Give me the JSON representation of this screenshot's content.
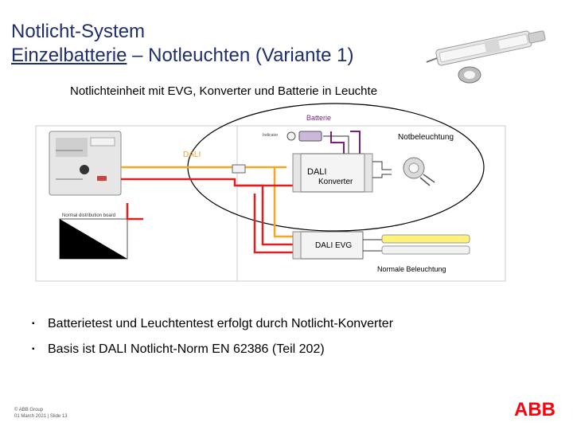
{
  "title": {
    "line1": "Notlicht-System",
    "line2_underlined": "Einzelbatterie",
    "line2_rest": " – Notleuchten (Variante 1)"
  },
  "subtitle": "Notlichteinheit mit EVG, Konverter und Batterie in Leuchte",
  "diagram": {
    "battery_label": "Batterie",
    "emergency_lighting_label": "Notbeleuchtung",
    "dali_label": "DALI",
    "converter_dali": "DALI",
    "converter_label": "Konverter",
    "ballast_label": "DALI EVG",
    "normal_lighting_label": "Normale Beleuchtung",
    "indicator_label": "Indicator",
    "normal_distribution_label": "Normal distribution board"
  },
  "bullets": [
    "Batterietest und Leuchtentest erfolgt durch Notlicht-Konverter",
    "Basis ist DALI Notlicht-Norm EN 62386 (Teil 202)"
  ],
  "footer": {
    "line1": "© ABB Group",
    "line2": "01 March 2021 | Slide 13"
  },
  "logo_text": "ABB",
  "colors": {
    "title": "#1f2f6b",
    "battery_label": "#7a1f7a",
    "dali_label": "#f0a030",
    "dali_wire": "#f5a623",
    "mains_wire": "#e02020",
    "logo": "#ff000f"
  }
}
